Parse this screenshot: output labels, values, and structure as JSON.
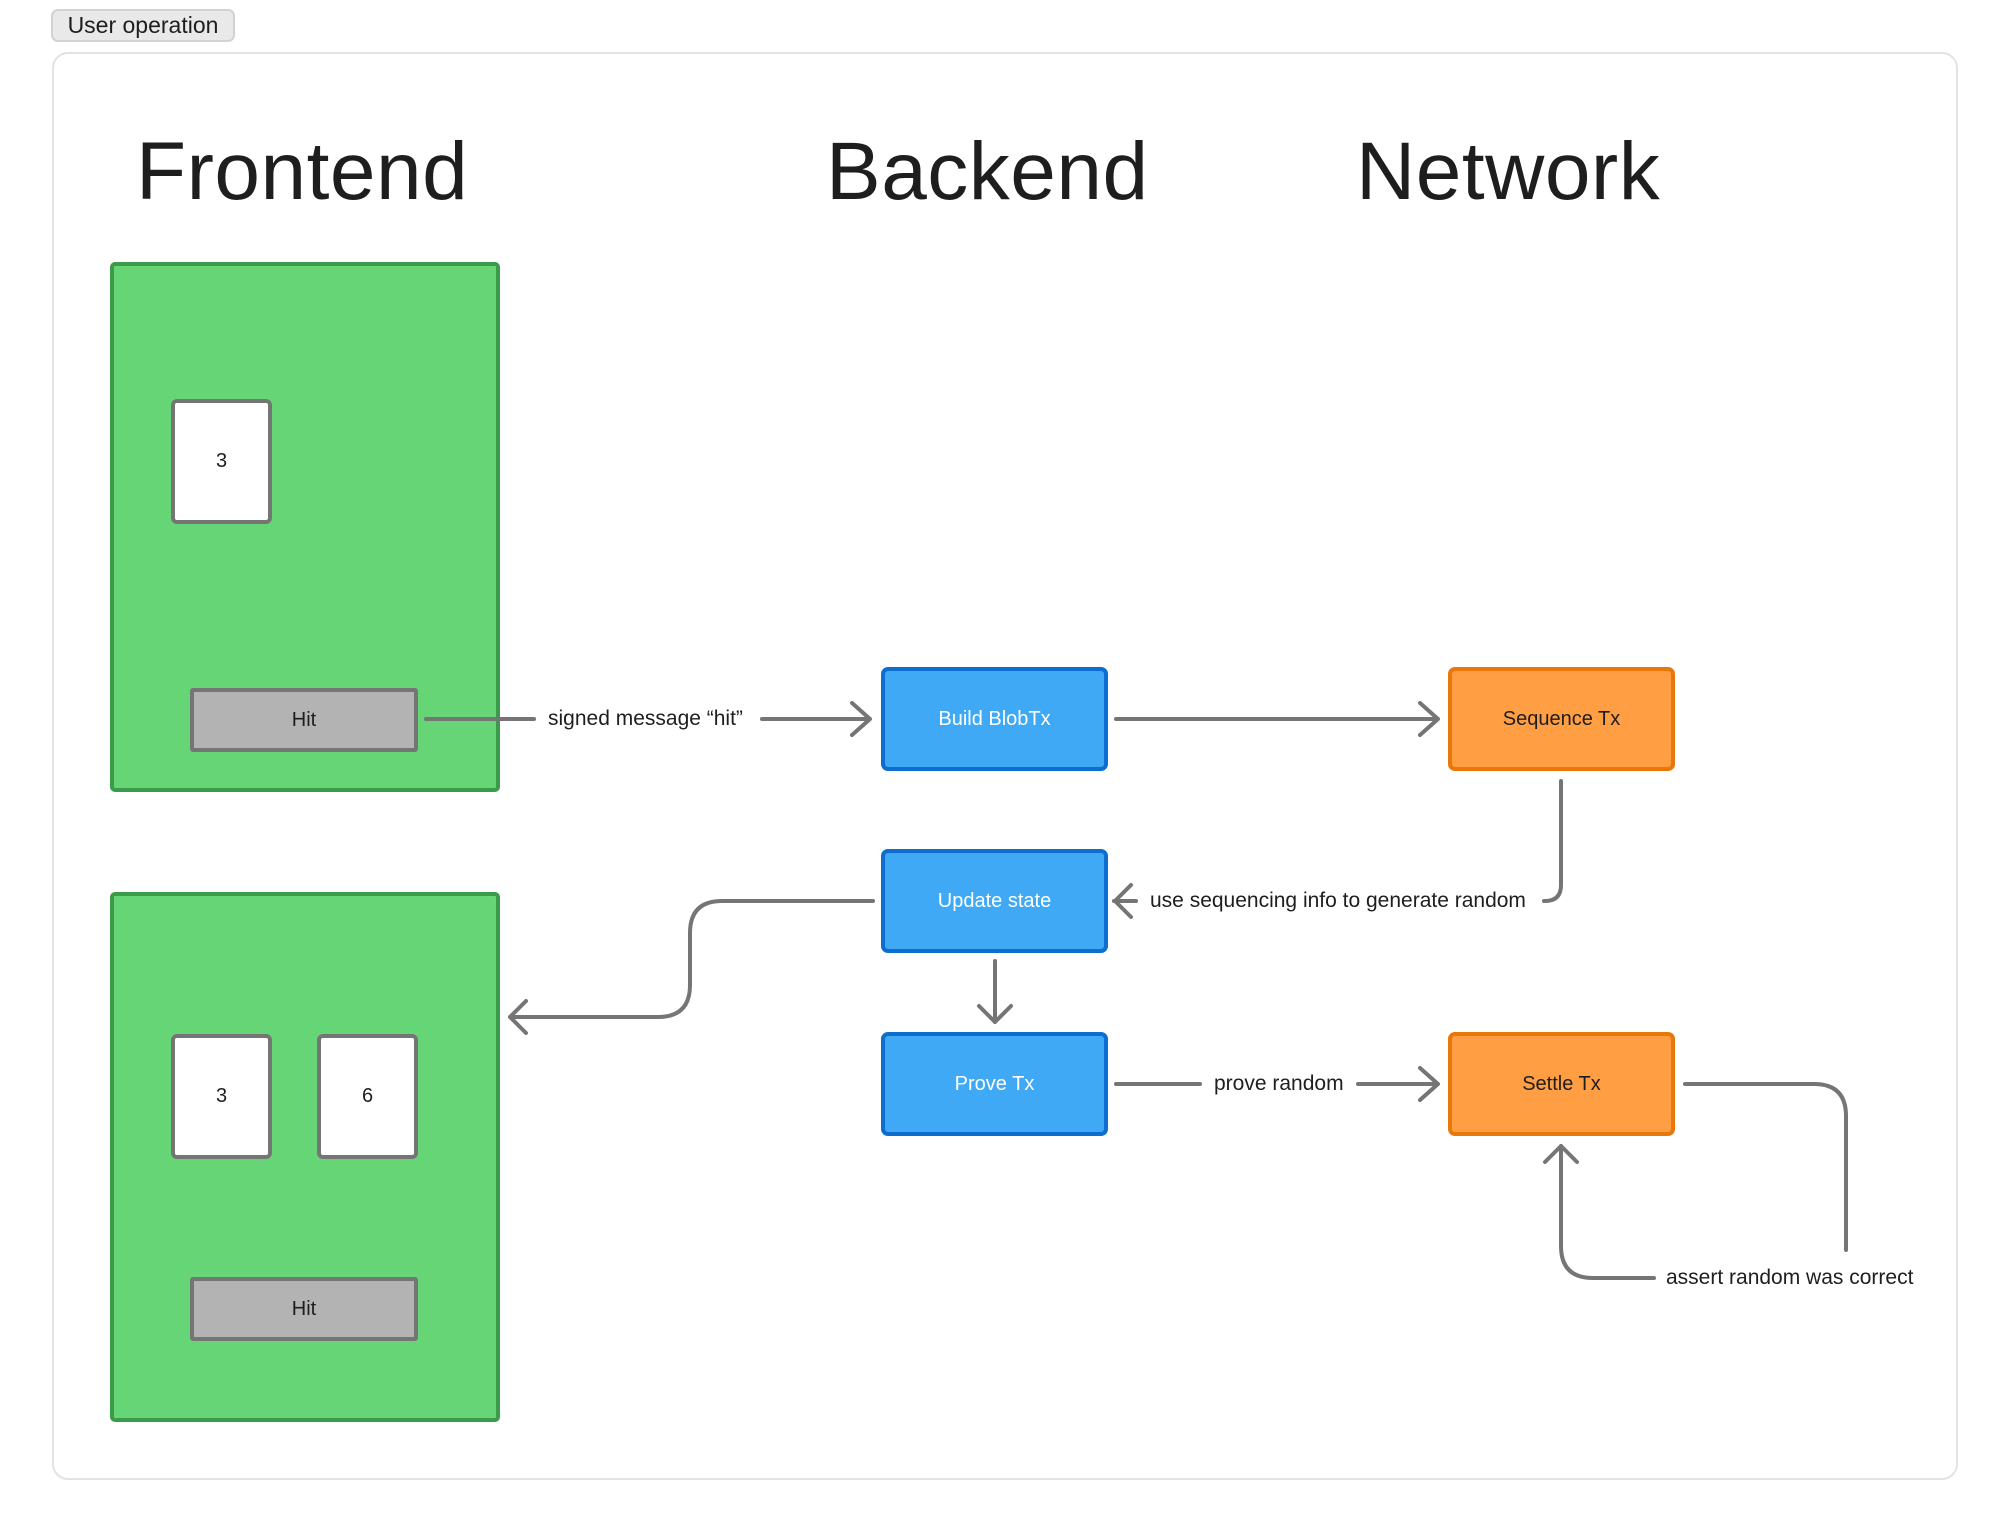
{
  "section_tag": "User operation",
  "columns": {
    "frontend": "Frontend",
    "backend": "Backend",
    "network": "Network"
  },
  "frontend_before": {
    "cards": [
      "3"
    ],
    "button_label": "Hit"
  },
  "frontend_after": {
    "cards": [
      "3",
      "6"
    ],
    "button_label": "Hit"
  },
  "backend_nodes": {
    "build_blobtx": "Build BlobTx",
    "update_state": "Update state",
    "prove_tx": "Prove Tx"
  },
  "network_nodes": {
    "sequence_tx": "Sequence Tx",
    "settle_tx": "Settle Tx"
  },
  "edge_labels": {
    "signed_message": "signed message “hit”",
    "sequencing_info": "use sequencing info to generate random",
    "prove_random": "prove random",
    "assert_random": "assert random was correct"
  },
  "colors": {
    "panel_fill": "#66d575",
    "panel_border": "#3b9b49",
    "backend_fill": "#3fa9f5",
    "backend_border": "#0d6ecf",
    "network_fill": "#ff9e42",
    "network_border": "#e8780a",
    "connector": "#757575"
  }
}
